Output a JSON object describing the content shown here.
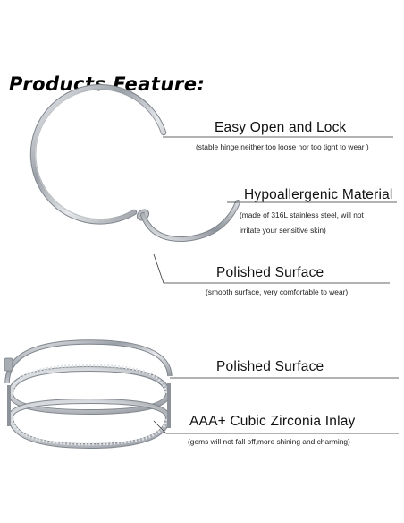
{
  "heading": "Products Feature:",
  "features": [
    {
      "title": "Easy Open and Lock",
      "note_lines": [
        "(stable hinge,neither too loose nor too tight to wear )"
      ]
    },
    {
      "title": "Hypoallergenic Material",
      "note_lines": [
        "(made of 316L stainless steel, will not",
        "irritate your sensitive skin)"
      ]
    },
    {
      "title": "Polished Surface",
      "note_lines": [
        "(smooth surface, very comfortable to wear)"
      ]
    },
    {
      "title": "Polished Surface",
      "note_lines": []
    },
    {
      "title": "AAA+ Cubic Zirconia Inlay",
      "note_lines": [
        "(gems will not fall off,more shining and charming)"
      ]
    }
  ],
  "colors": {
    "text": "#111111",
    "leader_line": "#333333",
    "steel_dark": "#8a8f96",
    "steel_mid": "#c4c8cd",
    "steel_light": "#f2f3f5"
  },
  "icons": [
    "open-hinged-ring-illustration",
    "double-row-gem-ring-illustration"
  ]
}
